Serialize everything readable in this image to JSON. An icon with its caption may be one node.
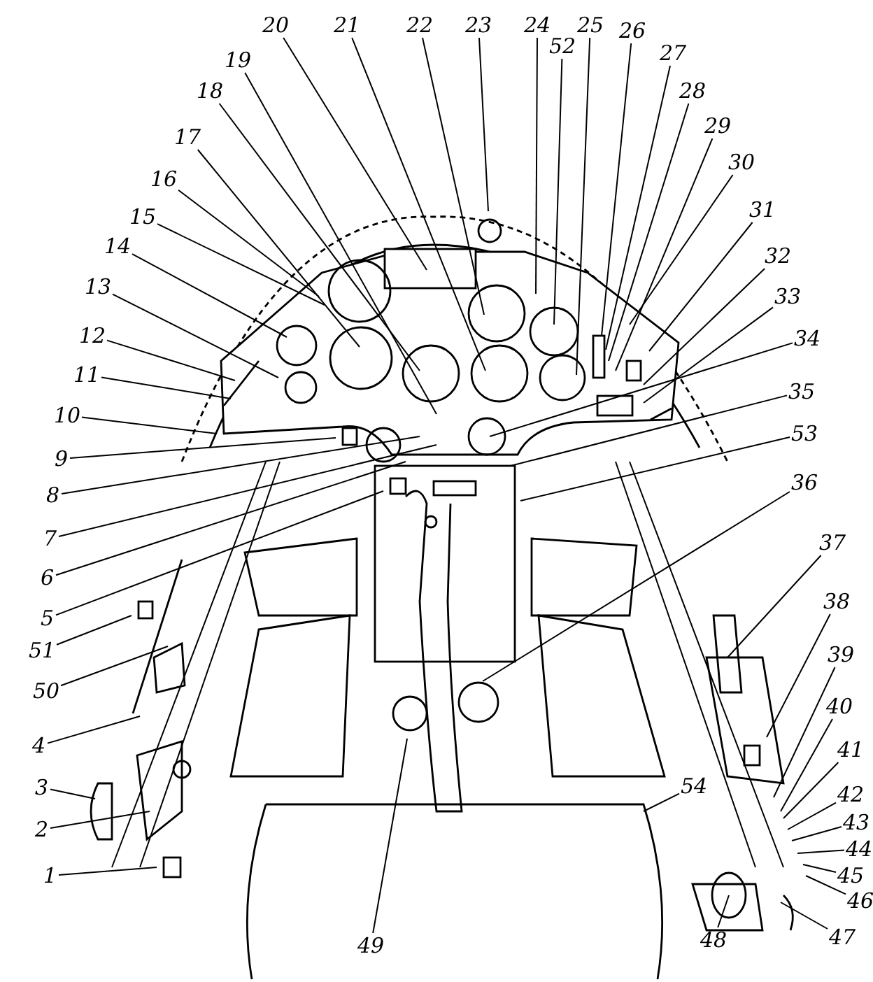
{
  "diagram": {
    "nodes": [
      {
        "text": [
          "1"
        ]
      },
      {
        "text": [
          "2"
        ]
      },
      {
        "text": [
          "3"
        ]
      },
      {
        "text": [
          "4"
        ]
      },
      {
        "text": [
          "5"
        ]
      },
      {
        "text": [
          "6"
        ]
      },
      {
        "text": [
          "7"
        ]
      },
      {
        "text": [
          "8"
        ]
      },
      {
        "text": [
          "9"
        ]
      },
      {
        "text": [
          "10"
        ]
      },
      {
        "text": [
          "11"
        ]
      },
      {
        "text": [
          "12"
        ]
      },
      {
        "text": [
          "13"
        ]
      },
      {
        "text": [
          "14"
        ]
      },
      {
        "text": [
          "15"
        ]
      },
      {
        "text": [
          "16"
        ]
      },
      {
        "text": [
          "17"
        ]
      },
      {
        "text": [
          "18"
        ]
      },
      {
        "text": [
          "19"
        ]
      },
      {
        "text": [
          "20"
        ]
      },
      {
        "text": [
          "21"
        ]
      },
      {
        "text": [
          "22"
        ]
      },
      {
        "text": [
          "23"
        ]
      },
      {
        "text": [
          "24"
        ]
      },
      {
        "text": [
          "25"
        ]
      },
      {
        "text": [
          "26"
        ]
      },
      {
        "text": [
          "27"
        ]
      },
      {
        "text": [
          "28"
        ]
      },
      {
        "text": [
          "29"
        ]
      },
      {
        "text": [
          "30"
        ]
      },
      {
        "text": [
          "31"
        ]
      },
      {
        "text": [
          "32"
        ]
      },
      {
        "text": [
          "33"
        ]
      },
      {
        "text": [
          "34"
        ]
      },
      {
        "text": [
          "35"
        ]
      },
      {
        "text": [
          "36"
        ]
      },
      {
        "text": [
          "37"
        ]
      },
      {
        "text": [
          "38"
        ]
      },
      {
        "text": [
          "39"
        ]
      },
      {
        "text": [
          "40"
        ]
      },
      {
        "text": [
          "41"
        ]
      },
      {
        "text": [
          "42"
        ]
      },
      {
        "text": [
          "43"
        ]
      },
      {
        "text": [
          "44"
        ]
      },
      {
        "text": [
          "45"
        ]
      },
      {
        "text": [
          "46"
        ]
      },
      {
        "text": [
          "47"
        ]
      },
      {
        "text": [
          "48"
        ]
      },
      {
        "text": [
          "49"
        ]
      },
      {
        "text": [
          "50"
        ]
      },
      {
        "text": [
          "51"
        ]
      },
      {
        "text": [
          "52"
        ]
      },
      {
        "text": [
          "53"
        ]
      },
      {
        "text": [
          "54"
        ]
      }
    ],
    "edges": [
      {
        "from": 0,
        "to": null,
        "arrow": "none"
      },
      {
        "from": 1,
        "to": null,
        "arrow": "none"
      },
      {
        "from": 2,
        "to": null,
        "arrow": "none"
      },
      {
        "from": 3,
        "to": null,
        "arrow": "none"
      },
      {
        "from": 4,
        "to": null,
        "arrow": "none"
      },
      {
        "from": 5,
        "to": null,
        "arrow": "none"
      },
      {
        "from": 6,
        "to": null,
        "arrow": "none"
      },
      {
        "from": 7,
        "to": null,
        "arrow": "none"
      },
      {
        "from": 8,
        "to": null,
        "arrow": "none"
      },
      {
        "from": 9,
        "to": null,
        "arrow": "none"
      },
      {
        "from": 10,
        "to": null,
        "arrow": "none"
      },
      {
        "from": 11,
        "to": null,
        "arrow": "none"
      },
      {
        "from": 12,
        "to": null,
        "arrow": "none"
      },
      {
        "from": 13,
        "to": null,
        "arrow": "none"
      },
      {
        "from": 14,
        "to": null,
        "arrow": "none"
      },
      {
        "from": 15,
        "to": null,
        "arrow": "none"
      },
      {
        "from": 16,
        "to": null,
        "arrow": "none"
      },
      {
        "from": 17,
        "to": null,
        "arrow": "none"
      },
      {
        "from": 18,
        "to": null,
        "arrow": "none"
      },
      {
        "from": 19,
        "to": null,
        "arrow": "none"
      },
      {
        "from": 20,
        "to": null,
        "arrow": "none"
      },
      {
        "from": 21,
        "to": null,
        "arrow": "none"
      },
      {
        "from": 22,
        "to": null,
        "arrow": "none"
      },
      {
        "from": 23,
        "to": null,
        "arrow": "none"
      },
      {
        "from": 24,
        "to": null,
        "arrow": "none"
      },
      {
        "from": 25,
        "to": null,
        "arrow": "none"
      },
      {
        "from": 26,
        "to": null,
        "arrow": "none"
      },
      {
        "from": 27,
        "to": null,
        "arrow": "none"
      },
      {
        "from": 28,
        "to": null,
        "arrow": "none"
      },
      {
        "from": 29,
        "to": null,
        "arrow": "none"
      },
      {
        "from": 30,
        "to": null,
        "arrow": "none"
      },
      {
        "from": 31,
        "to": null,
        "arrow": "none"
      },
      {
        "from": 32,
        "to": null,
        "arrow": "none"
      },
      {
        "from": 33,
        "to": null,
        "arrow": "none"
      },
      {
        "from": 34,
        "to": null,
        "arrow": "none"
      },
      {
        "from": 35,
        "to": null,
        "arrow": "none"
      },
      {
        "from": 36,
        "to": null,
        "arrow": "none"
      },
      {
        "from": 37,
        "to": null,
        "arrow": "none"
      },
      {
        "from": 38,
        "to": null,
        "arrow": "none"
      },
      {
        "from": 39,
        "to": null,
        "arrow": "none"
      },
      {
        "from": 40,
        "to": null,
        "arrow": "none"
      },
      {
        "from": 41,
        "to": null,
        "arrow": "none"
      },
      {
        "from": 42,
        "to": null,
        "arrow": "none"
      },
      {
        "from": 43,
        "to": null,
        "arrow": "none"
      },
      {
        "from": 44,
        "to": null,
        "arrow": "none"
      },
      {
        "from": 45,
        "to": null,
        "arrow": "none"
      },
      {
        "from": 46,
        "to": null,
        "arrow": "none"
      },
      {
        "from": 47,
        "to": null,
        "arrow": "none"
      },
      {
        "from": 48,
        "to": null,
        "arrow": "none"
      },
      {
        "from": 49,
        "to": null,
        "arrow": "none"
      },
      {
        "from": 50,
        "to": null,
        "arrow": "none"
      },
      {
        "from": 51,
        "to": null,
        "arrow": "none"
      },
      {
        "from": 52,
        "to": null,
        "arrow": "none"
      },
      {
        "from": 53,
        "to": null,
        "arrow": "none"
      }
    ]
  }
}
